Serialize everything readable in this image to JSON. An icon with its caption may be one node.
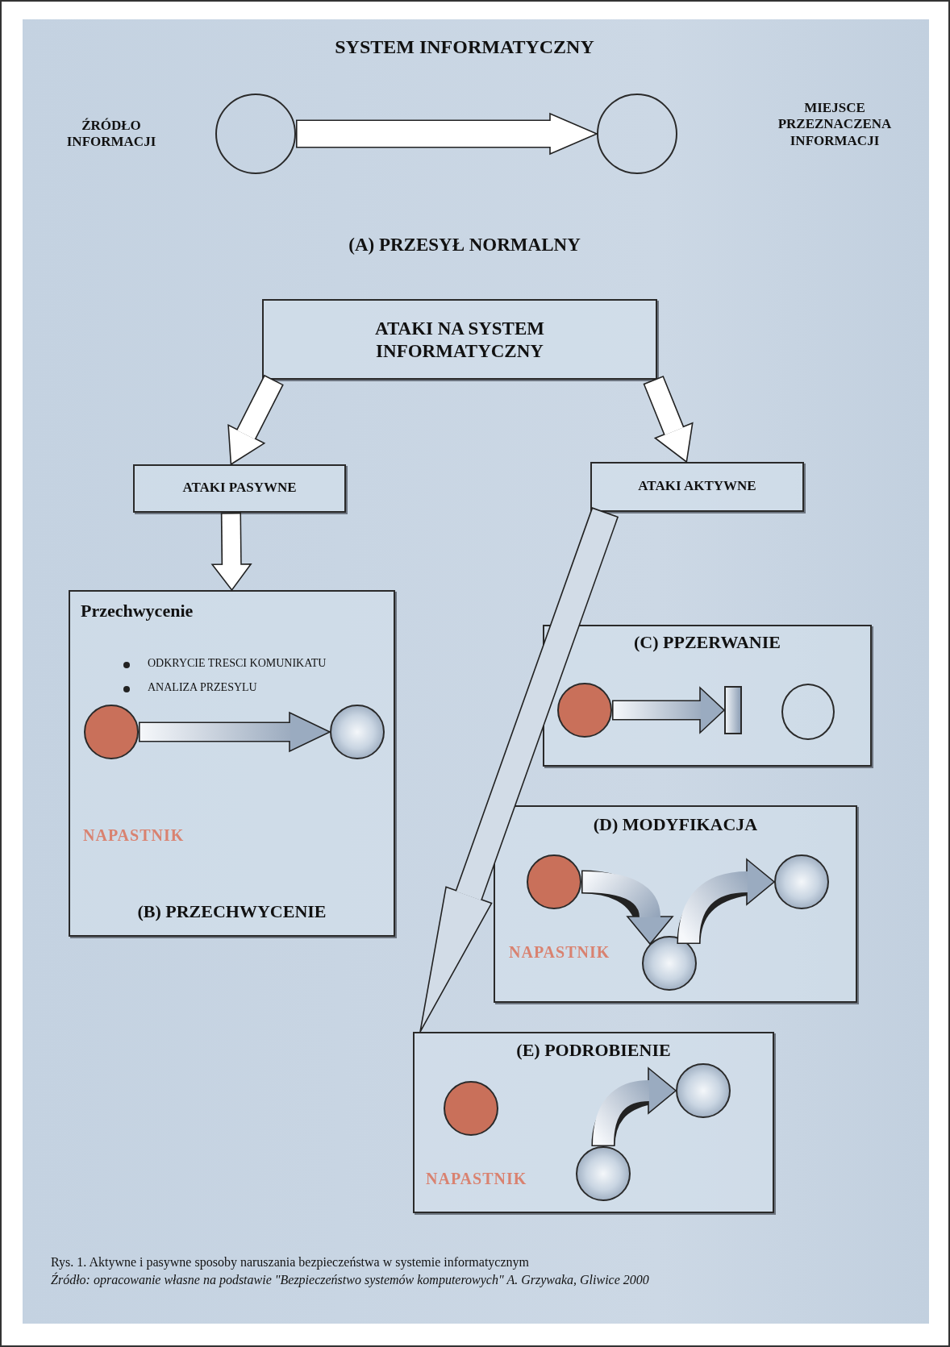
{
  "diagram": {
    "title": "SYSTEM INFORMATYCZNY",
    "caption": "Rys. 1. Aktywne i pasywne sposoby naruszania bezpieczeństwa w systemie informatycznym",
    "nodes": [
      {
        "text": [],
        "shape": "circle"
      },
      {
        "text": [],
        "shape": "circle"
      },
      {
        "text": [
          "ATAKI NA SYSTEM INFORMATYCZNY"
        ]
      },
      {
        "text": [
          "ATAKI PASYWNE"
        ]
      },
      {
        "text": [
          "ATAKI AKTYWNE"
        ]
      },
      {
        "text": [
          "Przechwycenie",
          "ODKRYCIE TRESCI KOMUNIKATU",
          "ANALIZA PRZESYLU",
          "NAPASTNIK",
          "(B) PRZECHWYCENIE"
        ]
      },
      {
        "text": [],
        "shape": "circle",
        "in": 5
      },
      {
        "text": [],
        "shape": "circle",
        "in": 5
      },
      {
        "text": [
          "(C) PPZERWANIE"
        ]
      },
      {
        "text": [],
        "shape": "circle",
        "in": 8
      },
      {
        "text": [],
        "shape": "bar",
        "in": 8
      },
      {
        "text": [],
        "shape": "circle",
        "in": 8
      },
      {
        "text": [
          "(D) MODYFIKACJA",
          "NAPASTNIK"
        ]
      },
      {
        "text": [],
        "shape": "circle",
        "in": 12
      },
      {
        "text": [],
        "shape": "circle",
        "in": 12
      },
      {
        "text": [],
        "shape": "circle",
        "in": 12
      },
      {
        "text": [
          "(E) PODROBIENIE",
          "NAPASTNIK"
        ]
      },
      {
        "text": [],
        "shape": "circle",
        "in": 16
      },
      {
        "text": [],
        "shape": "circle",
        "in": 16
      },
      {
        "text": [],
        "shape": "circle",
        "in": 16
      }
    ],
    "edges": [
      {
        "from": 0,
        "to": 1,
        "arrow": "to"
      },
      {
        "from": 2,
        "to": 3,
        "arrow": "to"
      },
      {
        "from": 2,
        "to": 4,
        "arrow": "to"
      },
      {
        "from": 3,
        "to": 5,
        "arrow": "to"
      },
      {
        "from": 6,
        "to": 7,
        "arrow": "to"
      },
      {
        "from": 4,
        "to": 16,
        "arrow": "to"
      },
      {
        "from": 9,
        "to": 10,
        "arrow": "to"
      },
      {
        "from": 13,
        "to": 14,
        "arrow": "to"
      },
      {
        "from": 14,
        "to": 15,
        "arrow": "to"
      },
      {
        "from": 18,
        "to": 19,
        "arrow": "to"
      }
    ],
    "labels": [
      "ŹRÓDŁO INFORMACJI",
      "MIEJSCE PRZEZNACZENA INFORMACJI",
      "(A) PRZESYŁ NORMALNY",
      "Źródło: opracowanie własne na podstawie \"Bezpieczeństwo systemów komputerowych\" A. Grzywaka, Gliwice 2000"
    ]
  }
}
